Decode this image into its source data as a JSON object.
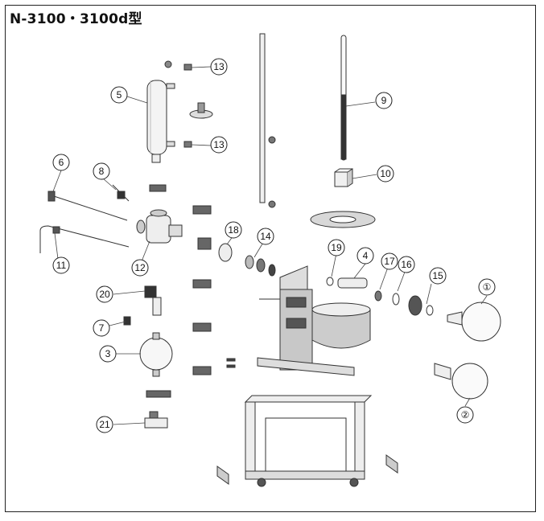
{
  "title": "N-3100・3100d型",
  "callouts": [
    {
      "id": "c1",
      "label": "①"
    },
    {
      "id": "c2",
      "label": "②"
    },
    {
      "id": "c3",
      "label": "3"
    },
    {
      "id": "c4",
      "label": "4"
    },
    {
      "id": "c5",
      "label": "5"
    },
    {
      "id": "c6",
      "label": "6"
    },
    {
      "id": "c7",
      "label": "7"
    },
    {
      "id": "c8",
      "label": "8"
    },
    {
      "id": "c9",
      "label": "9"
    },
    {
      "id": "c10",
      "label": "10"
    },
    {
      "id": "c11",
      "label": "11"
    },
    {
      "id": "c12",
      "label": "12"
    },
    {
      "id": "c13a",
      "label": "13"
    },
    {
      "id": "c13b",
      "label": "13"
    },
    {
      "id": "c14",
      "label": "14"
    },
    {
      "id": "c15",
      "label": "15"
    },
    {
      "id": "c16",
      "label": "16"
    },
    {
      "id": "c17",
      "label": "17"
    },
    {
      "id": "c18",
      "label": "18"
    },
    {
      "id": "c19",
      "label": "19"
    },
    {
      "id": "c20",
      "label": "20"
    },
    {
      "id": "c21",
      "label": "21"
    }
  ]
}
